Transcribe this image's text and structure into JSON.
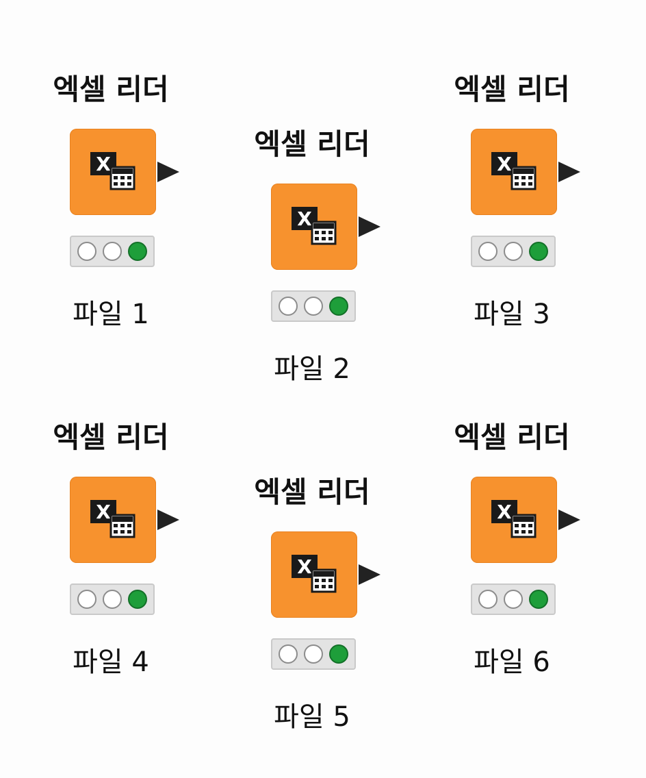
{
  "canvas": {
    "nodes": [
      {
        "title": "엑셀 리더",
        "label": "파일 1",
        "icon": "excel-reader-icon",
        "status": [
          "off",
          "off",
          "on"
        ]
      },
      {
        "title": "엑셀 리더",
        "label": "파일 2",
        "icon": "excel-reader-icon",
        "status": [
          "off",
          "off",
          "on"
        ]
      },
      {
        "title": "엑셀 리더",
        "label": "파일 3",
        "icon": "excel-reader-icon",
        "status": [
          "off",
          "off",
          "on"
        ]
      },
      {
        "title": "엑셀 리더",
        "label": "파일 4",
        "icon": "excel-reader-icon",
        "status": [
          "off",
          "off",
          "on"
        ]
      },
      {
        "title": "엑셀 리더",
        "label": "파일 5",
        "icon": "excel-reader-icon",
        "status": [
          "off",
          "off",
          "on"
        ]
      },
      {
        "title": "엑셀 리더",
        "label": "파일 6",
        "icon": "excel-reader-icon",
        "status": [
          "off",
          "off",
          "on"
        ]
      }
    ],
    "colors": {
      "node_fill": "#f7922e",
      "status_on": "#1e9e3a",
      "status_off": "#ffffff"
    }
  }
}
